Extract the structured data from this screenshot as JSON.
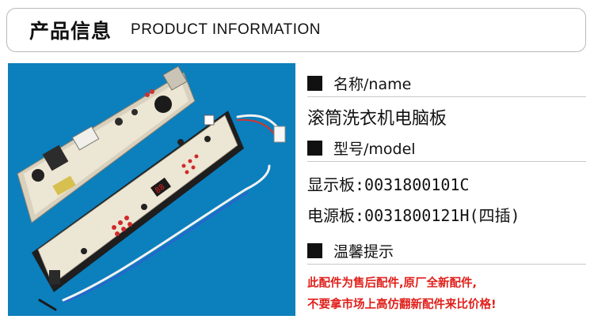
{
  "header": {
    "title_cn": "产品信息",
    "title_en": "PRODUCT INFORMATION"
  },
  "sections": {
    "name_label": "名称/name",
    "name_value": "滚筒洗衣机电脑板",
    "model_label": "型号/model",
    "display_board": "显示板:0031800101C",
    "power_board": "电源板:0031800121H(四插)",
    "tips_label": "温馨提示"
  },
  "notice": {
    "line1": "此配件为售后配件,原厂全新配件,",
    "line2": "不要拿市场上高仿翻新配件来比价格!"
  },
  "photo": {
    "display_digits": "88"
  },
  "colors": {
    "photo_background": "#0c7fbd",
    "pcb": "#e8e1cf",
    "notice_red": "#e0201b",
    "square_bullet": "#111111"
  }
}
